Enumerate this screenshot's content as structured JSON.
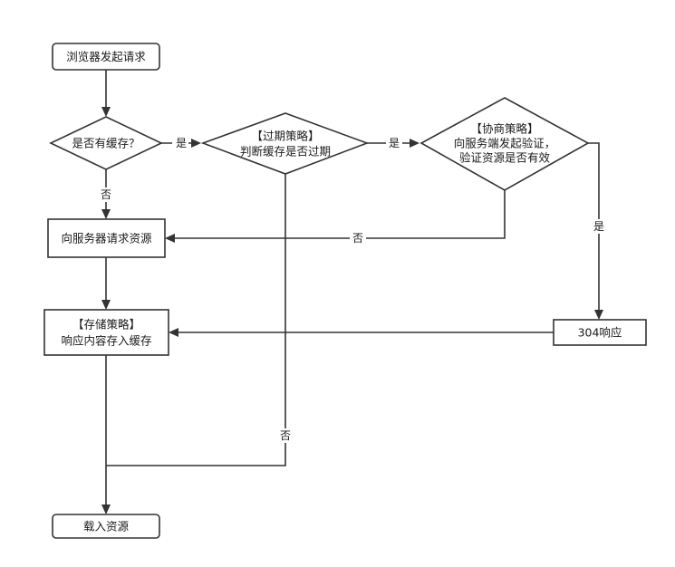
{
  "nodes": {
    "start": "浏览器发起请求",
    "has_cache": "是否有缓存？",
    "expire": [
      "【过期策略】",
      "判断缓存是否过期"
    ],
    "negotiate": [
      "【协商策略】",
      "向服务端发起验证，",
      "验证资源是否有效"
    ],
    "request_server": "向服务器请求资源",
    "store": [
      "【存储策略】",
      "响应内容存入缓存"
    ],
    "resp304": "304响应",
    "load": "载入资源"
  },
  "edge_labels": {
    "has_cache_yes": "是",
    "has_cache_no": "否",
    "expire_yes": "是",
    "expire_no": "否",
    "negotiate_no": "否",
    "negotiate_yes": "是"
  },
  "colors": {
    "stroke": "#333333",
    "fill": "#ffffff",
    "text": "#1a1a1a"
  }
}
